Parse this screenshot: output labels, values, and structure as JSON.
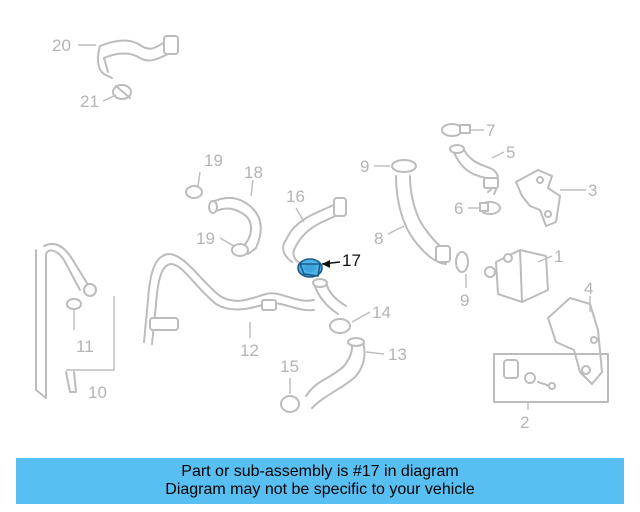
{
  "diagram": {
    "highlight_color": "#4bb2ea",
    "highlighted_part": "17",
    "callouts": {
      "c1": "1",
      "c2": "2",
      "c3": "3",
      "c4": "4",
      "c5": "5",
      "c6": "6",
      "c7": "7",
      "c8": "8",
      "c9a": "9",
      "c9b": "9",
      "c10": "10",
      "c11": "11",
      "c12": "12",
      "c13": "13",
      "c14": "14",
      "c15": "15",
      "c16": "16",
      "c17": "17",
      "c18": "18",
      "c19a": "19",
      "c19b": "19",
      "c20": "20",
      "c21": "21"
    }
  },
  "banner": {
    "line1": "Part or sub-assembly is #17 in diagram",
    "line2": "Diagram may not be specific to your vehicle",
    "color": "#58bff3"
  }
}
